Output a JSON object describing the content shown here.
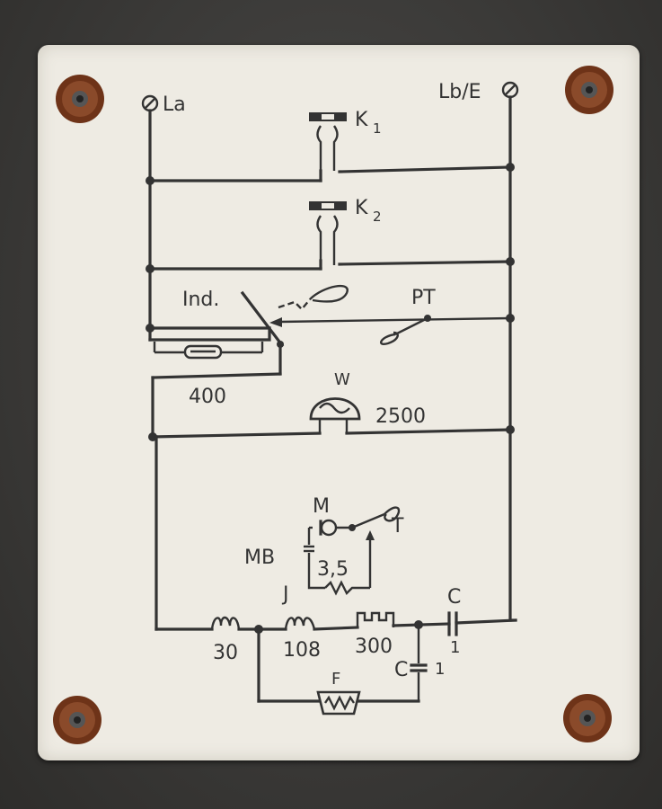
{
  "terminals": {
    "left": "La",
    "right": "Lb/E"
  },
  "labels": {
    "k1": "K",
    "k1_sub": "1",
    "k2": "K",
    "k2_sub": "2",
    "ind": "Ind.",
    "pt": "PT",
    "w": "W",
    "r400": "400",
    "r2500": "2500",
    "m": "M",
    "t": "T",
    "mb": "MB",
    "r35": "3,5",
    "j": "J",
    "c_top": "C",
    "c_top_val": "1",
    "r30": "30",
    "r108": "108",
    "r300": "300",
    "f": "F",
    "c_low": "C",
    "c_low_val": "1"
  },
  "colors": {
    "plate": "#eeebe3",
    "ink": "#333333",
    "rust": "#7a3a1e",
    "background": "#3a3a38"
  }
}
